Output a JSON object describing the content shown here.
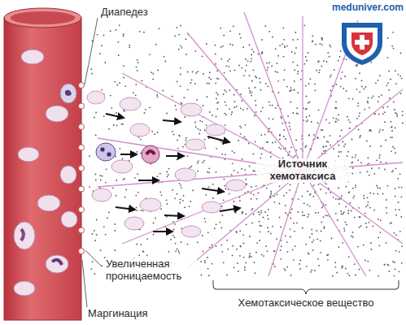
{
  "diagram": {
    "labels": [
      "meduniver.com",
      "Диапедез",
      "Источник хемотаксиса",
      "Увеличенная проницаемость",
      "Маргинация",
      "Хемотаксическое вещество"
    ]
  }
}
